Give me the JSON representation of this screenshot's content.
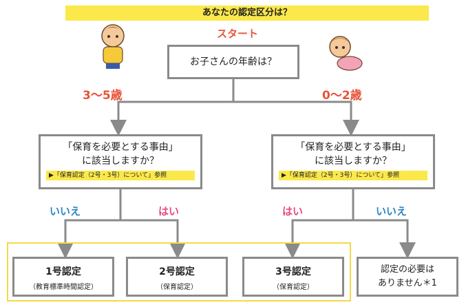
{
  "header": {
    "title": "あなたの認定区分は？"
  },
  "start_label": "スタート",
  "question_age": "お子さんの年齢は？",
  "age_left": "3～5歳",
  "age_right": "0～2歳",
  "q2": {
    "line1": "「保育を必要とする事由」",
    "line2": "に該当しますか？",
    "ref": "▶「保育認定（2号・3号）について」参照"
  },
  "answers": {
    "no": "いいえ",
    "yes": "はい"
  },
  "results": [
    {
      "title": "1号認定",
      "sub": "（教育標準時間認定）"
    },
    {
      "title": "2号認定",
      "sub": "（保育認定）"
    },
    {
      "title": "3号認定",
      "sub": "（保育認定）"
    }
  ],
  "result_none": {
    "line1": "認定の必要は",
    "line2": "ありません＊1"
  },
  "colors": {
    "accent_orange": "#e8543a",
    "no_blue": "#2a86c8",
    "yes_pink": "#e84a7a",
    "header_yellow": "#fbe84a",
    "connector_gray": "#8a8a8a"
  },
  "icons": {
    "left": "boy-illustration",
    "right": "baby-illustration"
  }
}
